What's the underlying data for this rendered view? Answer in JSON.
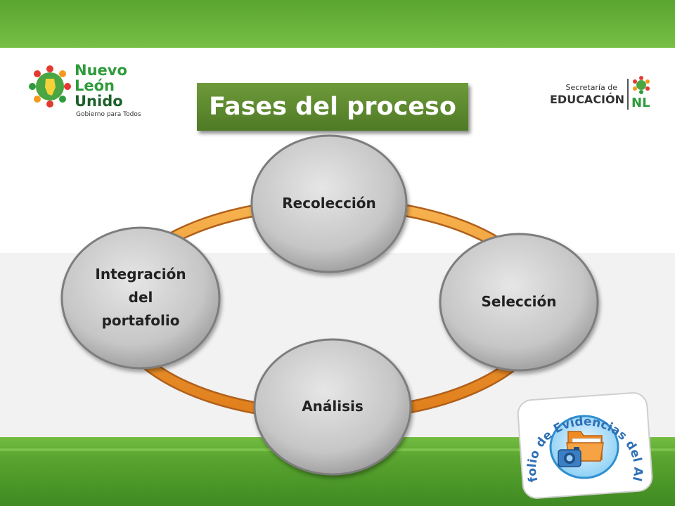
{
  "header": {
    "logo_left": {
      "line1": "Nuevo",
      "line2": "León",
      "line3": "Unido",
      "tagline": "Gobierno para Todos"
    },
    "logo_right": {
      "line1": "Secretaría de",
      "line2": "EDUCACIÓN",
      "line3": "NL"
    }
  },
  "title": "Fases del proceso",
  "diagram": {
    "nodes": [
      {
        "id": "recoleccion",
        "lines": [
          "Recolección"
        ]
      },
      {
        "id": "seleccion",
        "lines": [
          "Selección"
        ]
      },
      {
        "id": "analisis",
        "lines": [
          "Análisis"
        ]
      },
      {
        "id": "integracion",
        "lines": [
          "Integración",
          "del",
          "portafolio"
        ]
      }
    ],
    "ring_color": "#f0962e",
    "node_fill": "#c9c9c9"
  },
  "badge": {
    "text": "Portafolio de Evidencias del Alumno"
  },
  "colors": {
    "green_band": "#6ab43c",
    "title_box": "#5e8a30"
  }
}
